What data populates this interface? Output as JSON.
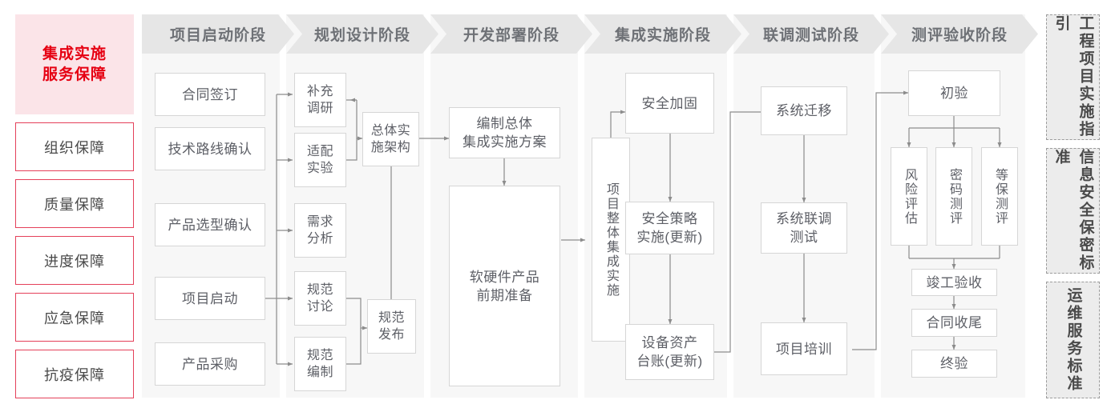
{
  "left_sidebar": {
    "header": "集成实施\n服务保障",
    "header_line1": "集成实施",
    "header_line2": "服务保障",
    "items": [
      {
        "label": "组织保障"
      },
      {
        "label": "质量保障"
      },
      {
        "label": "进度保障"
      },
      {
        "label": "应急保障"
      },
      {
        "label": "抗疫保障"
      }
    ]
  },
  "phases": [
    {
      "id": "p1",
      "title": "项目启动阶段"
    },
    {
      "id": "p2",
      "title": "规划设计阶段"
    },
    {
      "id": "p3",
      "title": "开发部署阶段"
    },
    {
      "id": "p4",
      "title": "集成实施阶段"
    },
    {
      "id": "p5",
      "title": "联调测试阶段"
    },
    {
      "id": "p6",
      "title": "测评验收阶段"
    }
  ],
  "nodes": {
    "n1_1": "合同签订",
    "n1_2": "技术路线确认",
    "n1_3": "产品选型确认",
    "n1_4": "项目启动",
    "n1_5": "产品采购",
    "n2_1_l1": "补充",
    "n2_1_l2": "调研",
    "n2_2_l1": "适配",
    "n2_2_l2": "实验",
    "n2_3_l1": "需求",
    "n2_3_l2": "分析",
    "n2_4_l1": "规范",
    "n2_4_l2": "讨论",
    "n2_5_l1": "规范",
    "n2_5_l2": "编制",
    "n2_arch_l1": "总体实",
    "n2_arch_l2": "施架构",
    "n2_pub_l1": "规范",
    "n2_pub_l2": "发布",
    "n3_1_l1": "编制总体",
    "n3_1_l2": "集成实施方案",
    "n3_2_l1": "软硬件产品",
    "n3_2_l2": "前期准备",
    "n4_main": "项目整体集成实施",
    "n4_1": "安全加固",
    "n4_2_l1": "安全策略",
    "n4_2_l2": "实施(更新)",
    "n4_3_l1": "设备资产",
    "n4_3_l2": "台账(更新)",
    "n5_1": "系统迁移",
    "n5_2_l1": "系统联调",
    "n5_2_l2": "测试",
    "n5_3": "项目培训",
    "n6_1": "初验",
    "n6_2": "风险评估",
    "n6_3": "密码测评",
    "n6_4": "等保测评",
    "n6_5": "竣工验收",
    "n6_6": "合同收尾",
    "n6_7": "终验"
  },
  "right_sidebar": {
    "items": [
      {
        "label": "工程项目实施指引"
      },
      {
        "label": "信息安全保密标准"
      },
      {
        "label": "运维服务标准"
      }
    ]
  },
  "colors": {
    "accent_red": "#e60012",
    "accent_red_border": "#e4405a",
    "accent_red_bg": "#fbe4e8",
    "band_bg": "#f7f7f7",
    "phase_header_bg": "#e6e6e6",
    "phase_header_text": "#6e7176",
    "node_border": "#d6d6d6",
    "node_text": "#5d5f66",
    "connector": "#8c8c8c",
    "right_item_bg": "#ececec",
    "right_item_border": "#9b9b9b"
  }
}
